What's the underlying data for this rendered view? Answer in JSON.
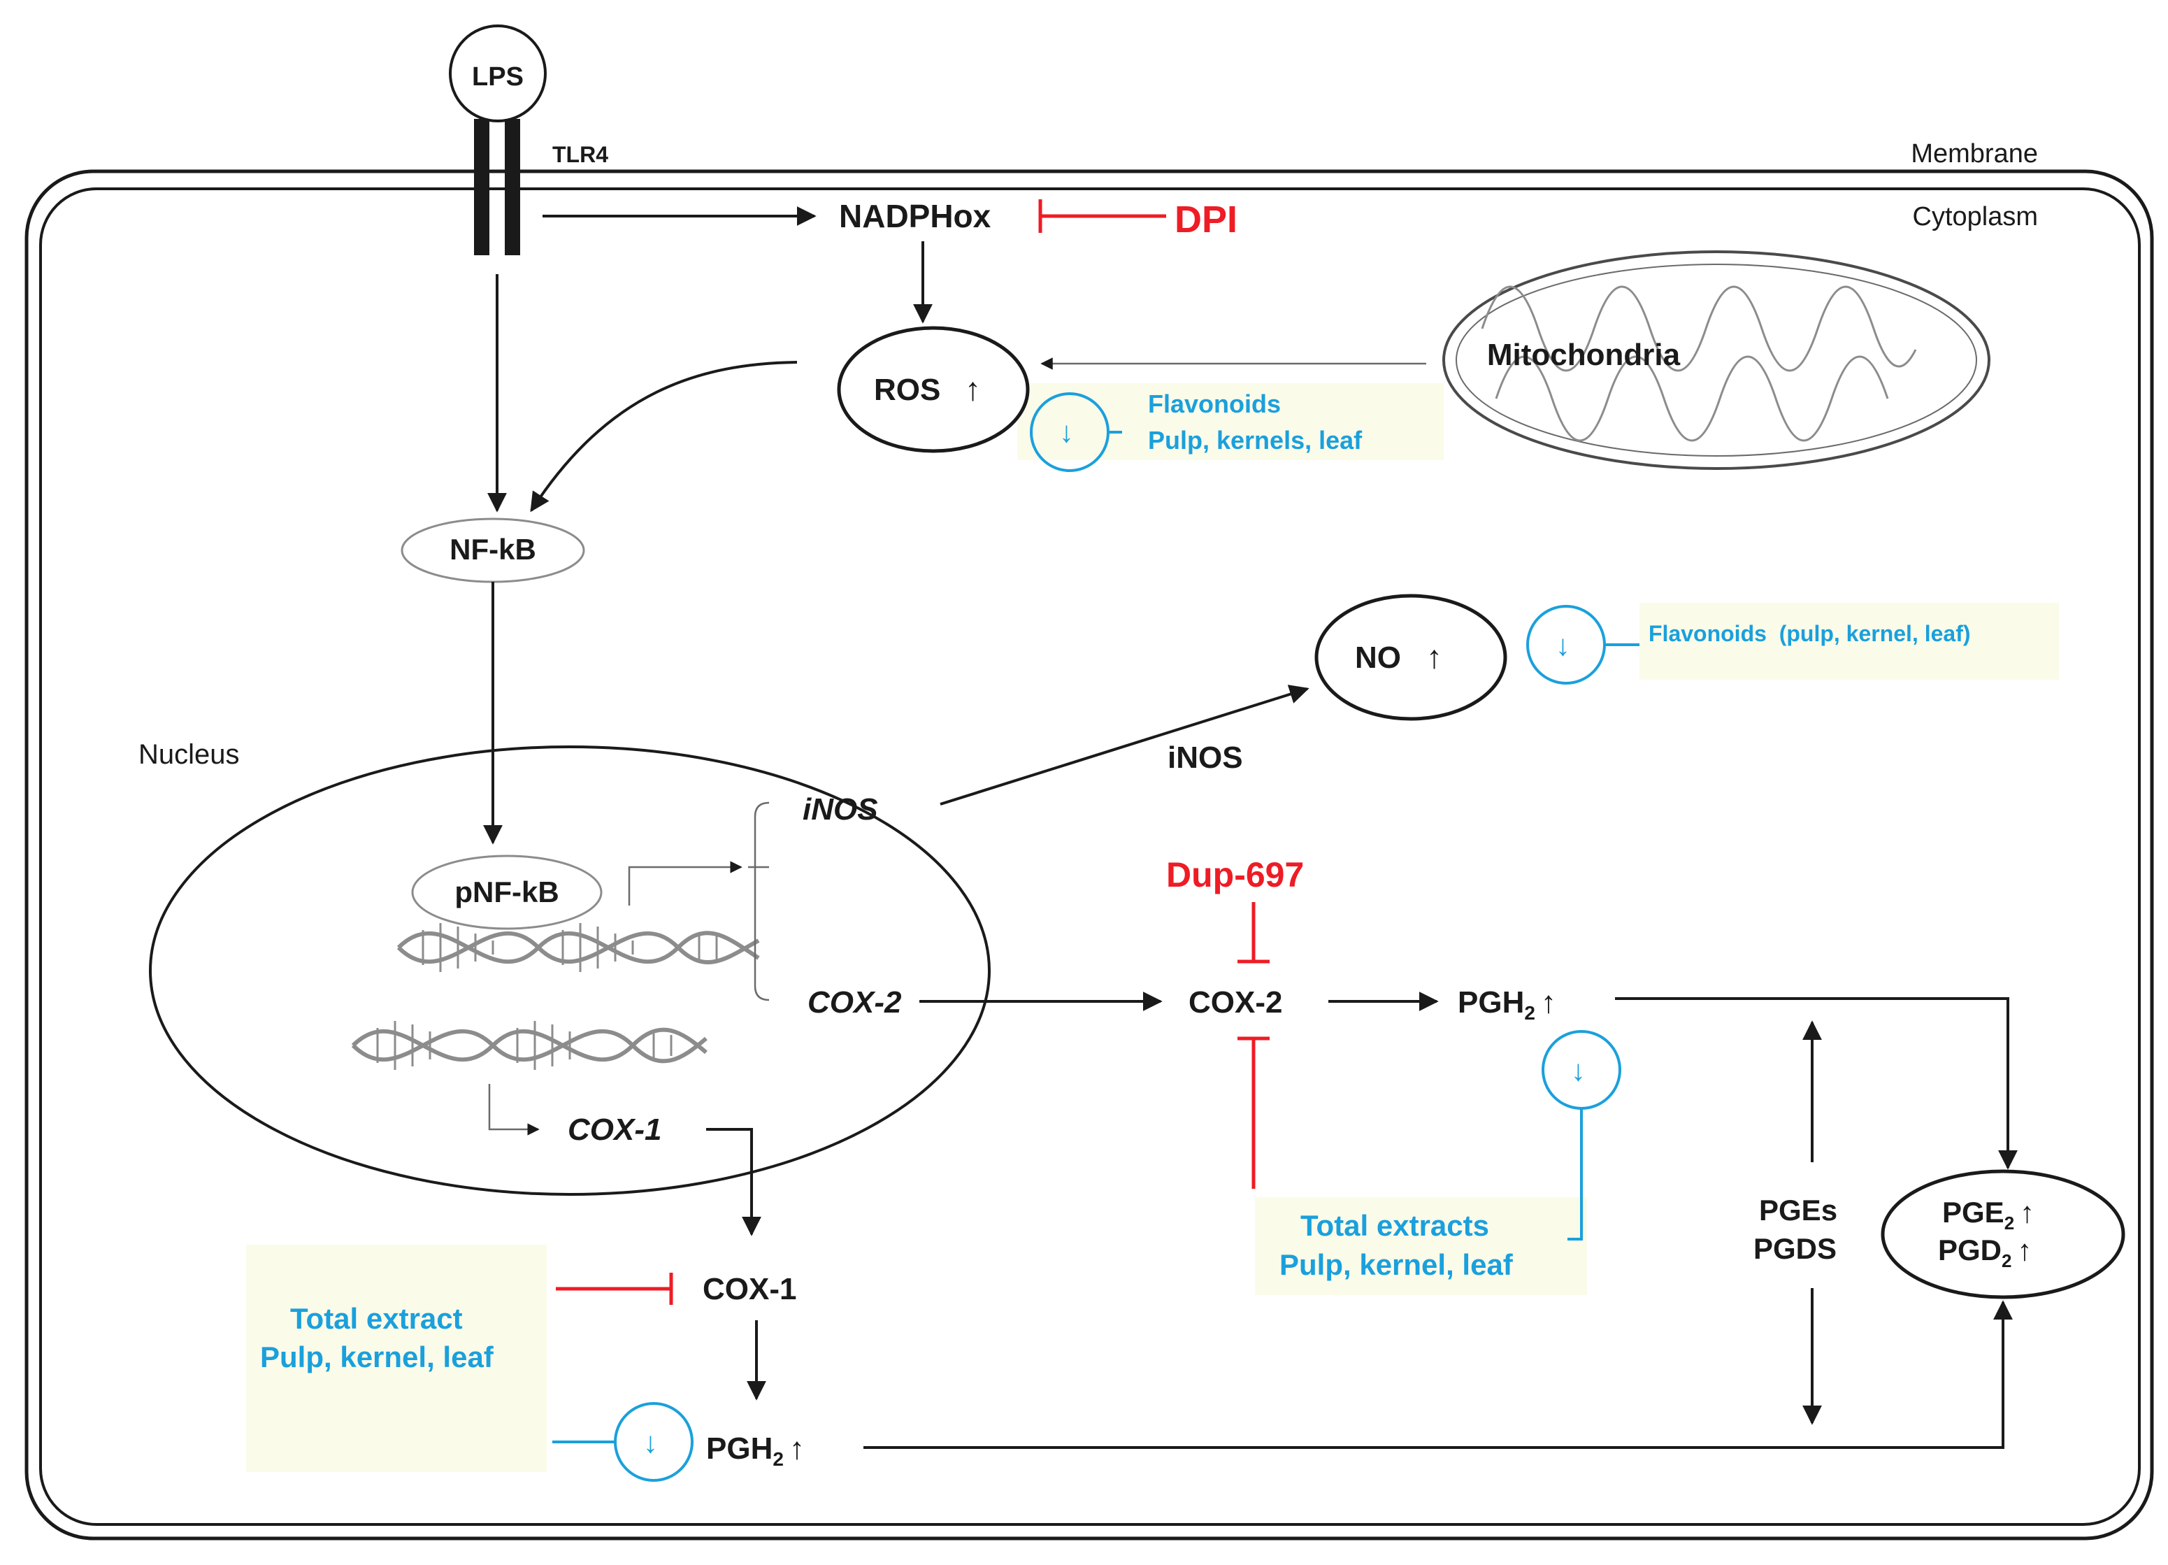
{
  "labels": {
    "lps": "LPS",
    "tlr4": "TLR4",
    "membrane": "Membrane",
    "cytoplasm": "Cytoplasm",
    "nadphox": "NADPHox",
    "dpi": "DPI",
    "ros": "ROS",
    "mitochondria": "Mitochondria",
    "nfkb": "NF-kB",
    "nucleus": "Nucleus",
    "pnfkb": "pNF-kB",
    "inos_gene": "iNOS",
    "cox2_gene": "COX-2",
    "cox1_gene": "COX-1",
    "no": "NO",
    "inos_enzyme": "iNOS",
    "dup697": "Dup-697",
    "cox2_enzyme": "COX-2",
    "pgh2_top": "PGH",
    "pgh2_bottom": "PGH",
    "cox1_enzyme": "COX-1",
    "pges": "PGEs",
    "pgds": "PGDS",
    "pge2": "PGE",
    "pgd2": "PGD",
    "subscript_2": "2",
    "up_arrow": "↑",
    "down_arrow": "↓"
  },
  "annotations": {
    "ros_inhibitor_line1": "Flavonoids",
    "ros_inhibitor_line2": "Pulp, kernels, leaf",
    "no_inhibitor": "Flavonoids  (pulp, kernel, leaf)",
    "cox2_inhibitor_line1": "Total extracts",
    "cox2_inhibitor_line2": "Pulp, kernel, leaf",
    "cox1_inhibitor_line1": "Total extract",
    "cox1_inhibitor_line2": "Pulp, kernel, leaf"
  },
  "colors": {
    "inhibitor_red": "#ee1c25",
    "extract_cyan": "#1aa0dc",
    "highlight_box": "#fbfbea",
    "line_dark": "#1a1a1a"
  }
}
